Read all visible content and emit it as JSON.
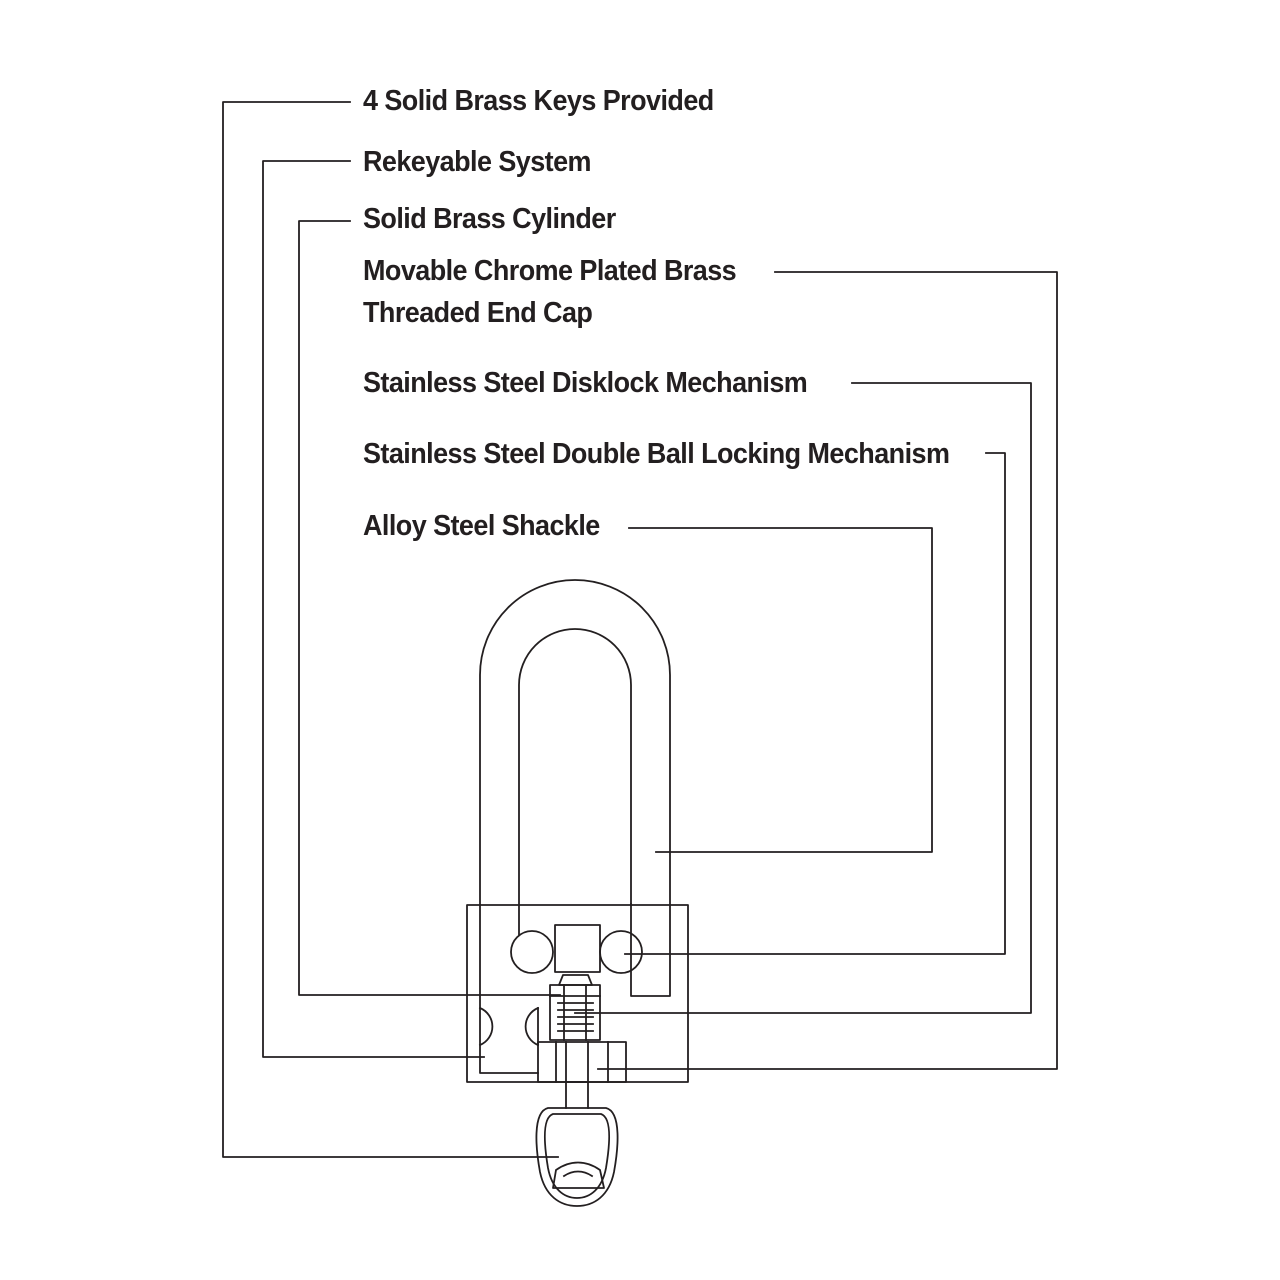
{
  "colors": {
    "ink": "#231f20",
    "background": "#ffffff"
  },
  "labels": {
    "keys": "4 Solid Brass Keys Provided",
    "rekeyable": "Rekeyable System",
    "cylinder": "Solid Brass Cylinder",
    "end_cap_line1": "Movable Chrome Plated Brass",
    "end_cap_line2": "Threaded End Cap",
    "disklock": "Stainless Steel Disklock Mechanism",
    "double_ball": "Stainless Steel Double Ball Locking Mechanism",
    "shackle": "Alloy Steel Shackle"
  }
}
